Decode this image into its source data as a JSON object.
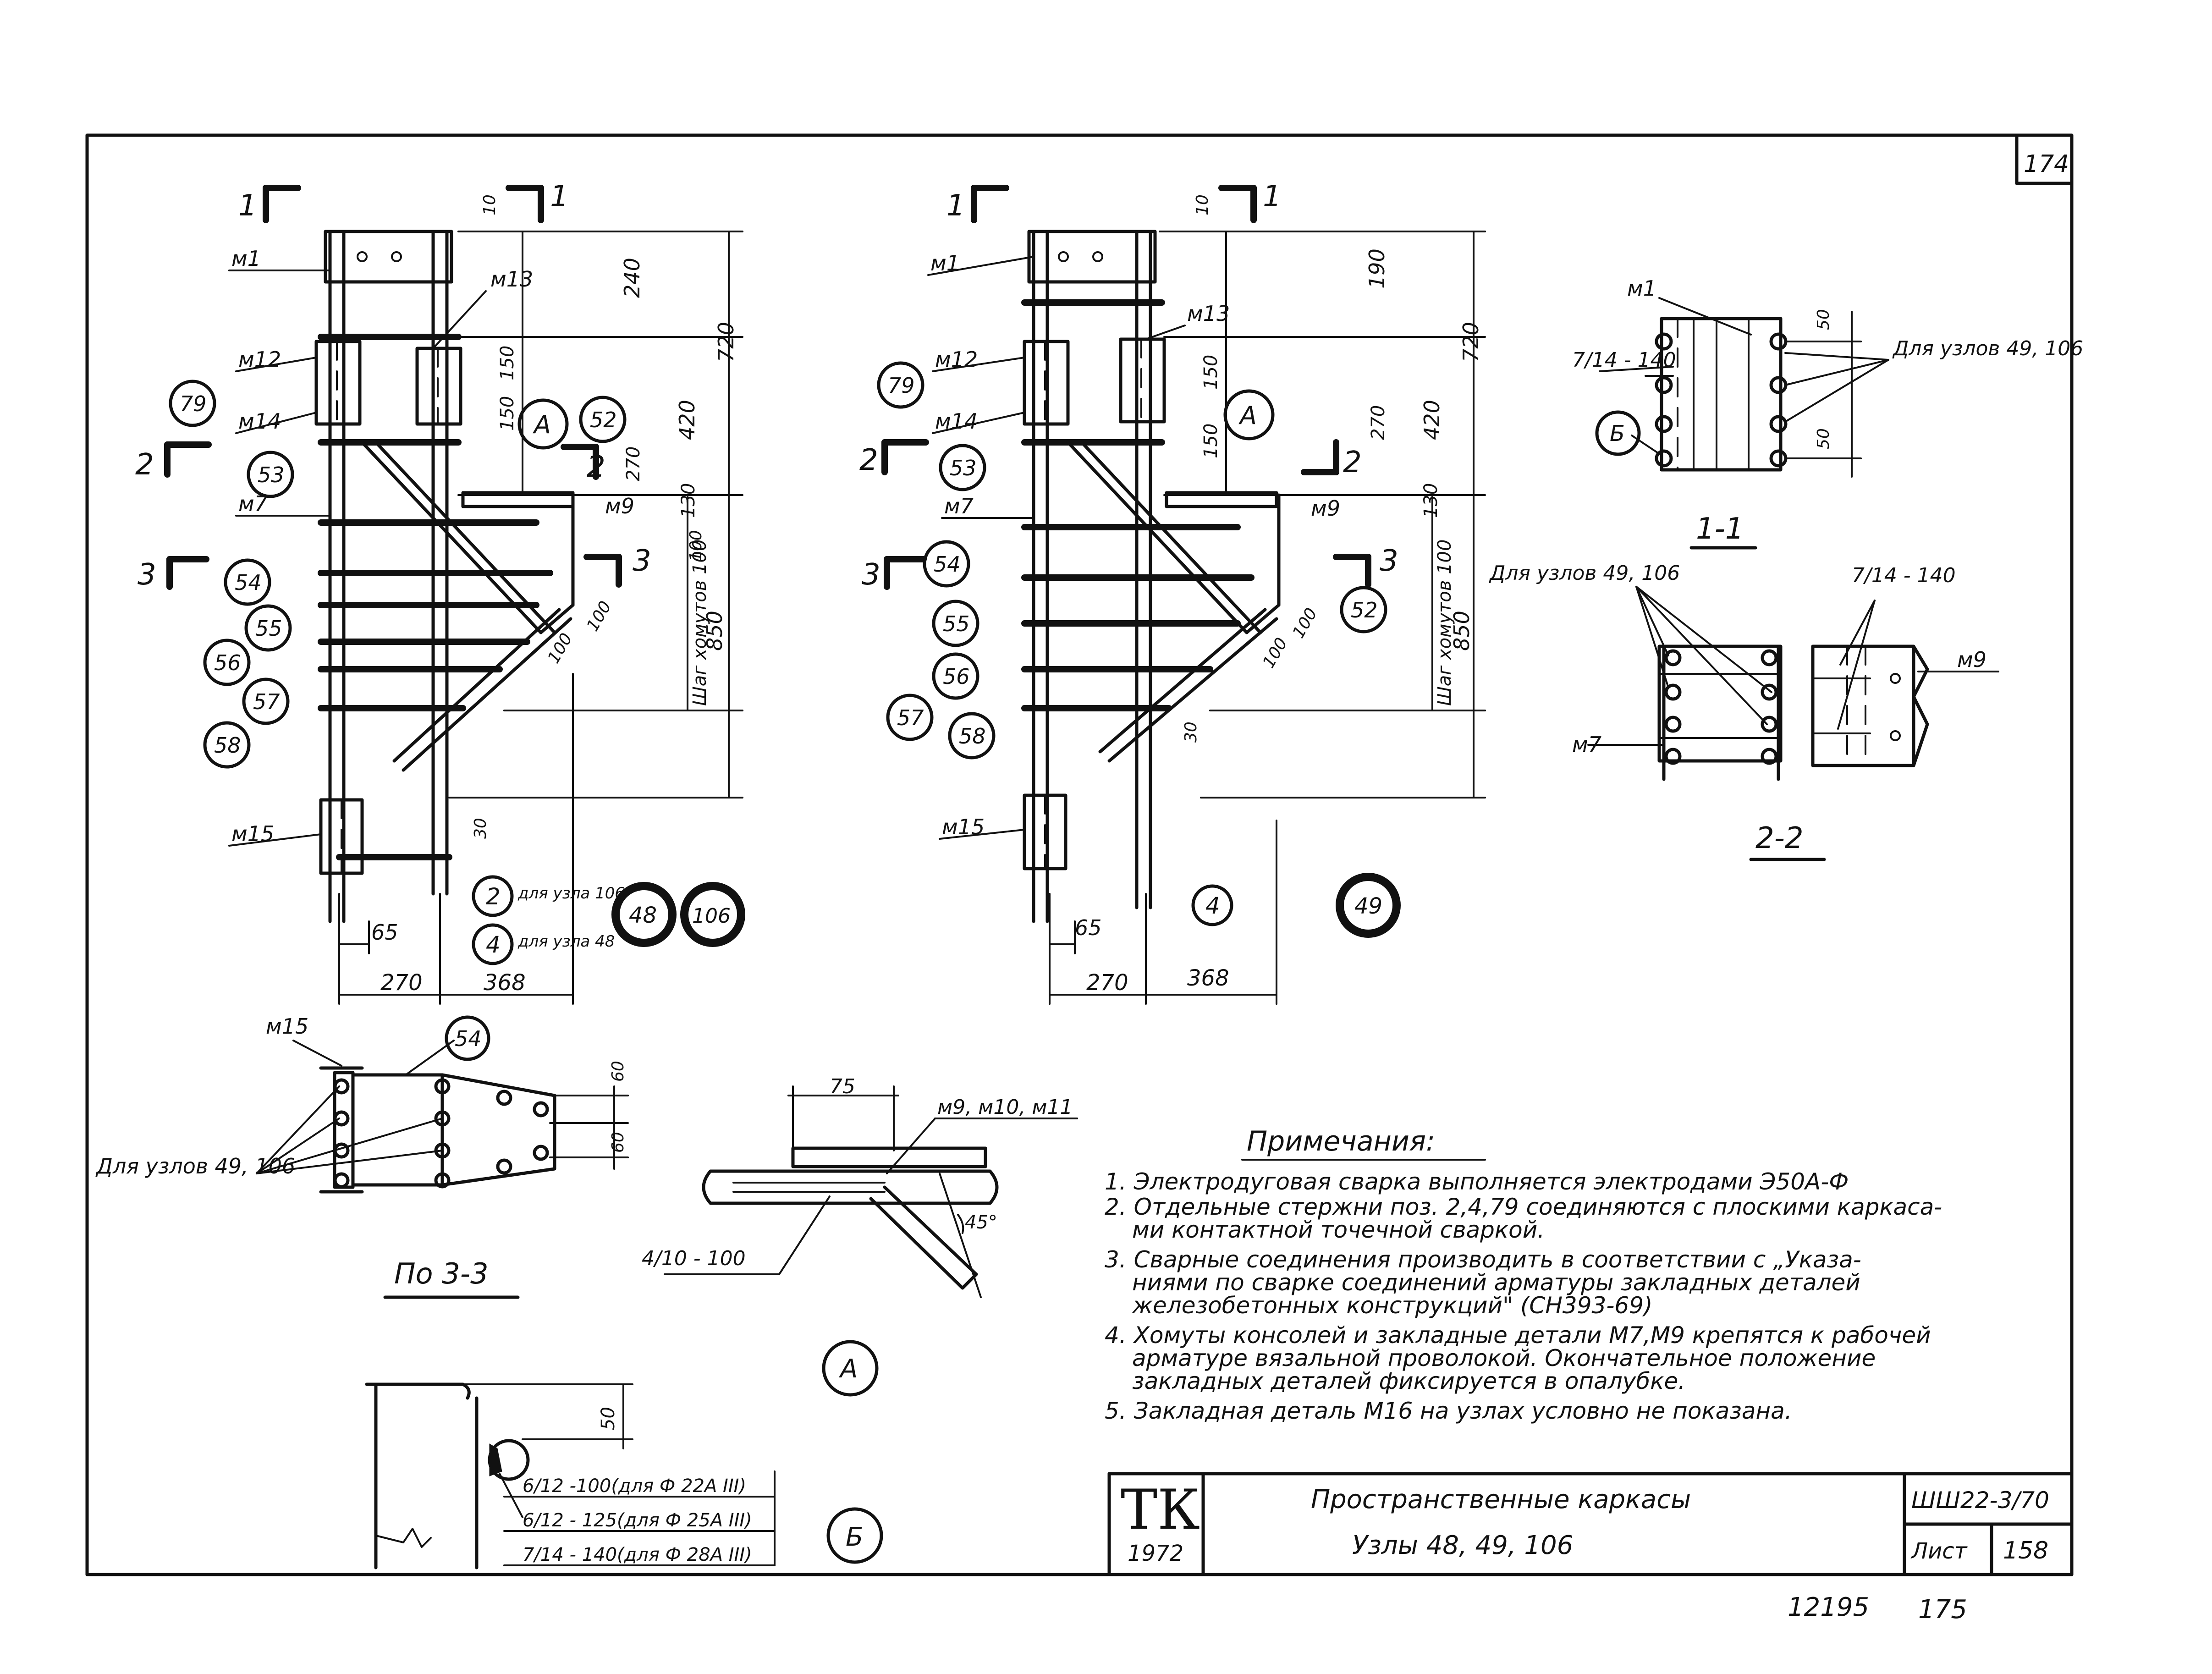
{
  "sheet": {
    "corner_number": "174",
    "bottom_left_number": "12195",
    "bottom_right_number": "175"
  },
  "left_node": {
    "section_marks": [
      "1",
      "1",
      "2",
      "2",
      "3",
      "3"
    ],
    "part_labels": [
      "м1",
      "м13",
      "м12",
      "м14",
      "м7",
      "м9",
      "м15"
    ],
    "circles": [
      "79",
      "53",
      "54",
      "55",
      "56",
      "57",
      "58",
      "52",
      "2",
      "4",
      "48",
      "106"
    ],
    "circle_letter": "А",
    "dims": [
      "10",
      "240",
      "720",
      "150",
      "150",
      "420",
      "270",
      "130",
      "100",
      "100",
      "100",
      "850",
      "30",
      "65",
      "270",
      "368"
    ],
    "vertical_note": "Шаг хомутов 100",
    "note_2": "для узла 106",
    "note_4": "для узла 48"
  },
  "mid_node": {
    "section_marks": [
      "1",
      "1",
      "2",
      "2",
      "3",
      "3"
    ],
    "part_labels": [
      "м1",
      "м13",
      "м12",
      "м14",
      "м7",
      "м9",
      "м15"
    ],
    "circles": [
      "79",
      "53",
      "54",
      "55",
      "56",
      "57",
      "58",
      "52",
      "4",
      "49"
    ],
    "circle_letter": "А",
    "dims": [
      "10",
      "190",
      "720",
      "150",
      "150",
      "420",
      "270",
      "130",
      "100",
      "100",
      "850",
      "30",
      "65",
      "270",
      "368"
    ],
    "vertical_note": "Шаг хомутов 100"
  },
  "section_1_1": {
    "title": "1-1",
    "part": "м1",
    "weld": "7/14 - 140",
    "note": "Для узлов 49, 106",
    "circle": "Б",
    "dims": [
      "50",
      "50"
    ]
  },
  "section_2_2": {
    "title": "2-2",
    "note": "Для узлов 49, 106",
    "weld": "7/14 - 140",
    "parts": [
      "м9",
      "м7"
    ]
  },
  "section_3_3": {
    "title": "По 3-3",
    "part": "м15",
    "circle": "54",
    "note": "Для узлов 49, 106",
    "dims": [
      "60",
      "60"
    ]
  },
  "detail_A": {
    "title": "А",
    "dim": "75",
    "parts": "м9, м10, м11",
    "weld": "4/10 - 100",
    "angle": "45°"
  },
  "detail_B": {
    "title": "Б",
    "dim": "50",
    "welds": [
      "6/12 -100(для Ф 22А III)",
      "6/12 - 125(для Ф 25А III)",
      "7/14 - 140(для Ф 28А III)"
    ]
  },
  "notes": {
    "heading": "Примечания:",
    "items": [
      "1. Электродуговая сварка выполняется электродами Э50А-Ф",
      "2. Отдельные стержни поз. 2,4,79 соединяются с плоскими каркаса-",
      "ми контактной точечной сваркой.",
      "3. Сварные соединения производить в соответствии с „Указа-",
      "ниями по сварке соединений арматуры закладных деталей",
      "железобетонных конструкций\" (СН393-69)",
      "4. Хомуты консолей и закладные детали М7,М9 крепятся к рабочей",
      "арматуре вязальной проволокой. Окончательное положение",
      "закладных деталей фиксируется в опалубке.",
      "5. Закладная деталь М16 на узлах условно не показана."
    ]
  },
  "title_block": {
    "logo": "ТК",
    "year": "1972",
    "title": "Пространственные каркасы",
    "subtitle": "Узлы 48, 49, 106",
    "series": "ШШ22-3/70",
    "sheet_label": "Лист",
    "sheet_no": "158"
  }
}
